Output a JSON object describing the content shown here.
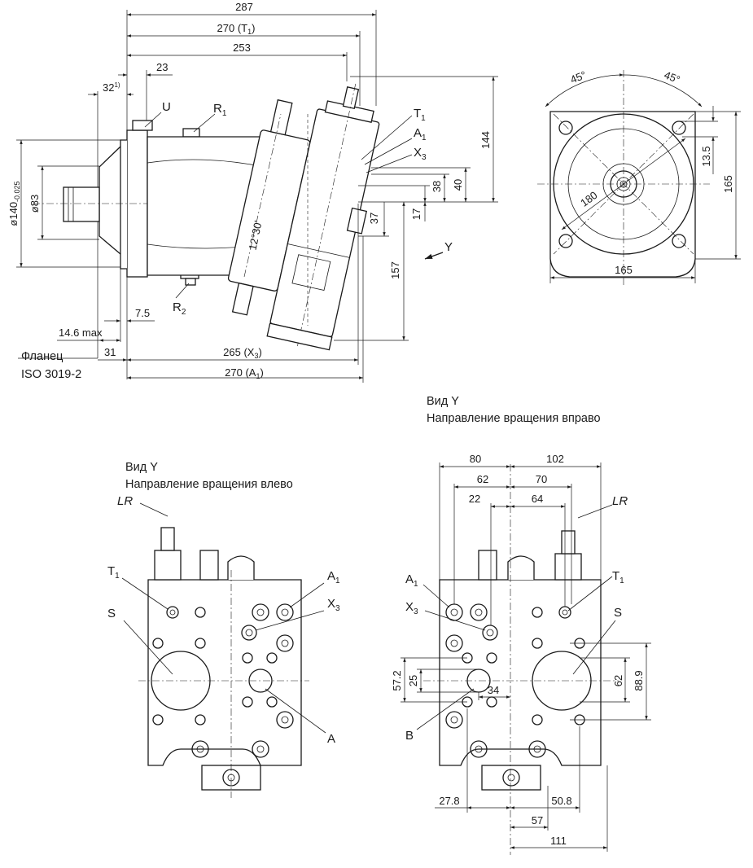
{
  "side_view": {
    "dims": {
      "d287": "287",
      "d270_t1": "270 (T",
      "d253": "253",
      "d23": "23",
      "d32": "32",
      "d32_note": "1)",
      "d144": "144",
      "d38": "38",
      "d40": "40",
      "d37": "37",
      "d17": "17",
      "d157": "157",
      "d7_5": "7.5",
      "d14_6": "14.6 max",
      "d31": "31",
      "d265_x3": "265 (X",
      "d270_a1": "270 (A",
      "d140": "ø140",
      "d140_tol": "-0.025",
      "d83": "ø83",
      "angle": "12°30'"
    },
    "labels": {
      "U": "U",
      "R": "R",
      "R_sub1": "1",
      "R_sub2": "2",
      "T": "T",
      "A": "A",
      "X": "X",
      "sub1": "1",
      "sub3": "3",
      "Y": "Y"
    },
    "flange_line1": "Фланец",
    "flange_line2": "ISO 3019-2"
  },
  "front_view": {
    "dims": {
      "a45_left": "45°",
      "a45_right": "45°",
      "d180": "180",
      "d13_5": "13.5",
      "d165_v": "165",
      "d165_h": "165"
    }
  },
  "view_right": {
    "title": "Вид Y",
    "subtitle": "Направление вращения вправо",
    "lr": "LR",
    "labels": {
      "A1": "A",
      "X3": "X",
      "T1": "T",
      "S": "S",
      "B": "B",
      "sub1": "1",
      "sub3": "3"
    },
    "dims": {
      "d80": "80",
      "d102": "102",
      "d62": "62",
      "d70": "70",
      "d22": "22",
      "d64": "64",
      "d57_2": "57.2",
      "d25": "25",
      "d34": "34",
      "d62v": "62",
      "d88_9": "88.9",
      "d27_8": "27.8",
      "d50_8": "50.8",
      "d57": "57",
      "d111": "111"
    }
  },
  "view_left": {
    "title": "Вид Y",
    "subtitle": "Направление вращения влево",
    "lr": "LR",
    "labels": {
      "T1": "T",
      "S": "S",
      "A1": "A",
      "X3": "X",
      "A": "A",
      "sub1": "1",
      "sub3": "3"
    }
  }
}
